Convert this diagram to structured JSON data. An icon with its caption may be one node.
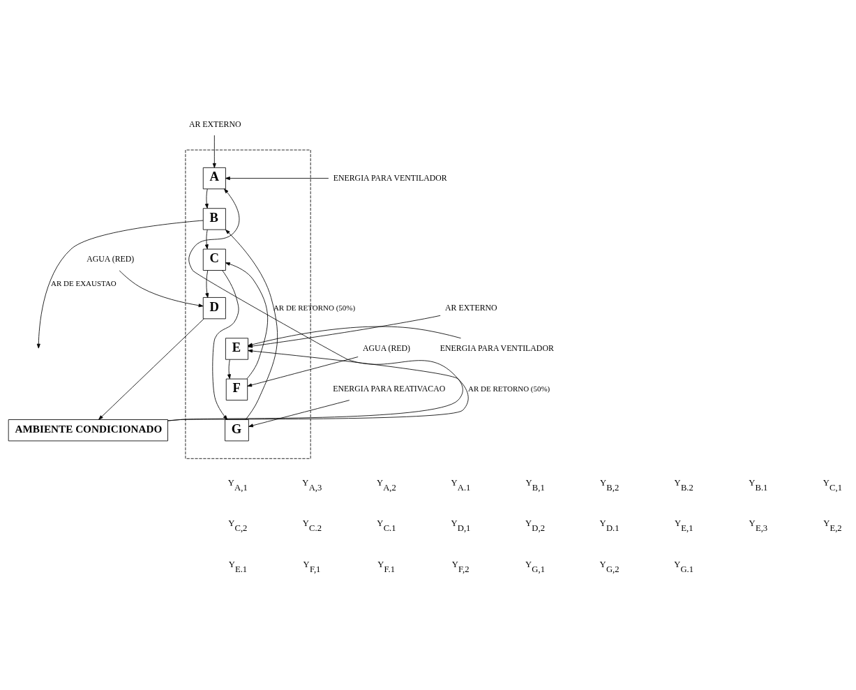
{
  "diagram": {
    "nodes": [
      {
        "text": [],
        "shape": "box"
      },
      {
        "text": [
          "A"
        ],
        "in": 0
      },
      {
        "text": [
          "B"
        ],
        "in": 0
      },
      {
        "text": [
          "C"
        ],
        "in": 0
      },
      {
        "text": [
          "D"
        ],
        "in": 0
      },
      {
        "text": [
          "E"
        ],
        "in": 0
      },
      {
        "text": [
          "F"
        ],
        "in": 0
      },
      {
        "text": [
          "G"
        ],
        "in": 0
      },
      {
        "text": [
          "AR EXTERNO"
        ]
      },
      {
        "text": [
          "ENERGIA PARA VENTILADOR"
        ]
      },
      {
        "text": [
          "AMBIENTE CONDICIONADO"
        ]
      },
      {
        "text": [
          "AGUA (RED)"
        ]
      },
      {
        "text": [
          "AR EXTERNO"
        ]
      },
      {
        "text": [
          "ENERGIA PARA VENTILADOR"
        ]
      },
      {
        "text": [
          "AGUA (RED)"
        ]
      },
      {
        "text": [
          "ENERGIA PARA REATIVACAO"
        ]
      }
    ],
    "edges": [
      {
        "from": 8,
        "to": 1,
        "arrow": "to"
      },
      {
        "from": 9,
        "to": 1,
        "arrow": "to"
      },
      {
        "from": 10,
        "to": 1,
        "arrow": "to",
        "label": "AR DE RETORNO (50%)"
      },
      {
        "from": 1,
        "to": 2,
        "arrow": "to"
      },
      {
        "from": 2,
        "to": null,
        "arrow": "to",
        "label": "AR DE EXAUSTAO"
      },
      {
        "from": 7,
        "to": 2,
        "arrow": "to"
      },
      {
        "from": 2,
        "to": 3,
        "arrow": "to"
      },
      {
        "from": 6,
        "to": 3,
        "arrow": "to"
      },
      {
        "from": 3,
        "to": 7,
        "arrow": "to"
      },
      {
        "from": 3,
        "to": 4,
        "arrow": "to"
      },
      {
        "from": 11,
        "to": 4,
        "arrow": "to"
      },
      {
        "from": 4,
        "to": 10,
        "arrow": "to"
      },
      {
        "from": 12,
        "to": 5,
        "arrow": "to"
      },
      {
        "from": 13,
        "to": 5,
        "arrow": "to"
      },
      {
        "from": 10,
        "to": 5,
        "arrow": "to",
        "label": "AR DE RETORNO (50%)"
      },
      {
        "from": 5,
        "to": 6,
        "arrow": "to"
      },
      {
        "from": 14,
        "to": 6,
        "arrow": "to"
      },
      {
        "from": 15,
        "to": 7,
        "arrow": "to"
      }
    ],
    "labels": [
      "Y$_{A,1}$",
      "Y$_{A,3}$",
      "Y$_{A,2}$",
      "Y$_{A.1}$",
      "Y$_{B,1}$",
      "Y$_{B,2}$",
      "Y$_{B.2}$",
      "Y$_{B.1}$",
      "Y$_{C,1}$",
      "Y$_{C,2}$",
      "Y$_{C.2}$",
      "Y$_{C.1}$",
      "Y$_{D,1}$",
      "Y$_{D,2}$",
      "Y$_{D.1}$",
      "Y$_{E,1}$",
      "Y$_{E,3}$",
      "Y$_{E,2}$",
      "Y$_{E.1}$",
      "Y$_{F,1}$",
      "Y$_{F.1}$",
      "Y$_{F,2}$",
      "Y$_{G,1}$",
      "Y$_{G,2}$",
      "Y$_{G.1}$"
    ]
  }
}
